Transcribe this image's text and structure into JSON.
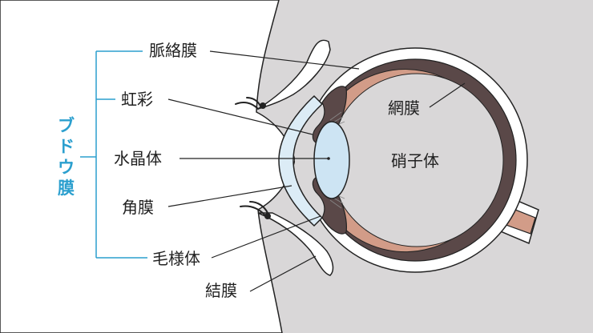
{
  "diagram": {
    "group_label_chars": [
      "ブ",
      "ド",
      "ウ",
      "膜"
    ],
    "labels": {
      "choroid": "脈絡膜",
      "iris": "虹彩",
      "lens": "水晶体",
      "cornea": "角膜",
      "ciliary_body": "毛様体",
      "conjunctiva": "結膜",
      "retina": "網膜",
      "vitreous": "硝子体"
    },
    "colors": {
      "background": "#d9d7d8",
      "face_skin": "#ffffff",
      "sclera": "#ffffff",
      "uvea": "#5a4848",
      "retina": "#d29c88",
      "cornea": "#dcecf6",
      "lens": "#cde4f3",
      "outline": "#222222",
      "bracket": "#2b9fce"
    }
  }
}
